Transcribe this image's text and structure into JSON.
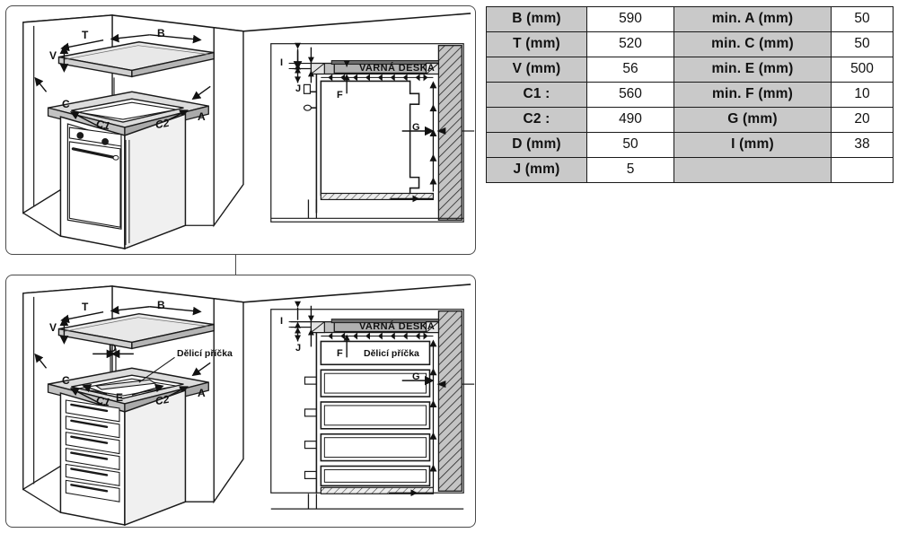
{
  "document": {
    "type": "appliance-installation-diagram",
    "language": "cs",
    "panels": 2,
    "views_per_panel": [
      "isometric-exploded",
      "cross-section"
    ]
  },
  "table": {
    "name": "dimension-table",
    "columns": 4,
    "rows": [
      {
        "label_left": "B (mm)",
        "value_left": "590",
        "label_right": "min. A (mm)",
        "value_right": "50"
      },
      {
        "label_left": "T (mm)",
        "value_left": "520",
        "label_right": "min. C (mm)",
        "value_right": "50"
      },
      {
        "label_left": "V (mm)",
        "value_left": "56",
        "label_right": "min. E (mm)",
        "value_right": "500"
      },
      {
        "label_left": "C1 :",
        "value_left": "560",
        "label_right": "min. F (mm)",
        "value_right": "10"
      },
      {
        "label_left": "C2 :",
        "value_left": "490",
        "label_right": "G (mm)",
        "value_right": "20"
      },
      {
        "label_left": "D (mm)",
        "value_left": "50",
        "label_right": "I (mm)",
        "value_right": "38"
      },
      {
        "label_left": "J (mm)",
        "value_left": "5",
        "label_right": "",
        "value_right": ""
      }
    ]
  },
  "panel_top": {
    "name": "installation-over-oven",
    "iso_view": {
      "name": "isometric-hob-over-oven",
      "labels": {
        "depth": "T",
        "width": "B",
        "height": "V",
        "clearance_side_left": "C",
        "clearance_side_right": "A",
        "cutout_length": "C1",
        "cutout_width": "C2"
      }
    },
    "section_view": {
      "name": "cross-section-hob-over-oven",
      "hob_label": "VARNÁ DESKA",
      "labels": {
        "worktop_thickness": "I",
        "lip_depth": "J",
        "gap_under_hob": "F",
        "rear_gap": "G"
      }
    }
  },
  "panel_bottom": {
    "name": "installation-over-drawers",
    "iso_view": {
      "name": "isometric-hob-over-drawers",
      "labels": {
        "depth": "T",
        "width": "B",
        "height": "V",
        "clearance_side_left": "C",
        "clearance_side_right": "A",
        "cutout_length": "C1",
        "cutout_width": "C2",
        "partition_gap": "D",
        "partition_depth": "E",
        "partition": "Dělicí příčka"
      },
      "drawer_count": 6
    },
    "section_view": {
      "name": "cross-section-hob-over-drawers",
      "hob_label": "VARNÁ DESKA",
      "partition_label": "Dělicí příčka",
      "labels": {
        "worktop_thickness": "I",
        "lip_depth": "J",
        "gap_under_hob": "F",
        "rear_gap": "G"
      },
      "drawer_count": 5
    }
  },
  "colors": {
    "line": "#1a1a1a",
    "panel_border": "#4a4a4a",
    "table_label_bg": "#c9c9c9",
    "table_value_bg": "#ffffff",
    "hatch_gray": "#bdbdbd",
    "surface_light": "#f2f2f2",
    "surface_mid": "#d9d9d9",
    "surface_dark": "#9e9e9e"
  }
}
